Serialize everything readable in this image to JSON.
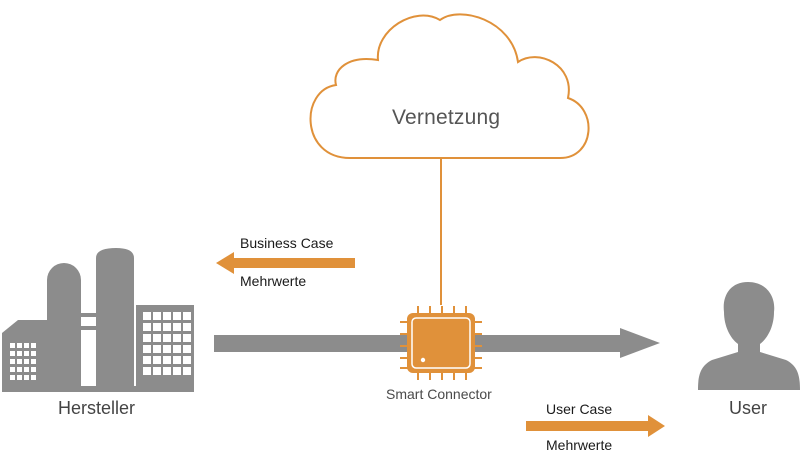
{
  "cloud": {
    "label": "Vernetzung"
  },
  "business": {
    "title": "Business Case",
    "subtitle": "Mehrwerte"
  },
  "user_case": {
    "title": "User Case",
    "subtitle": "Mehrwerte"
  },
  "chip": {
    "label": "Smart Connector"
  },
  "manufacturer": {
    "label": "Hersteller",
    "icon": "factory-icon"
  },
  "user": {
    "label": "User",
    "icon": "user-icon"
  },
  "colors": {
    "accent": "#e0913a",
    "gray": "#8c8c8c",
    "text": "#1a1a1a"
  }
}
